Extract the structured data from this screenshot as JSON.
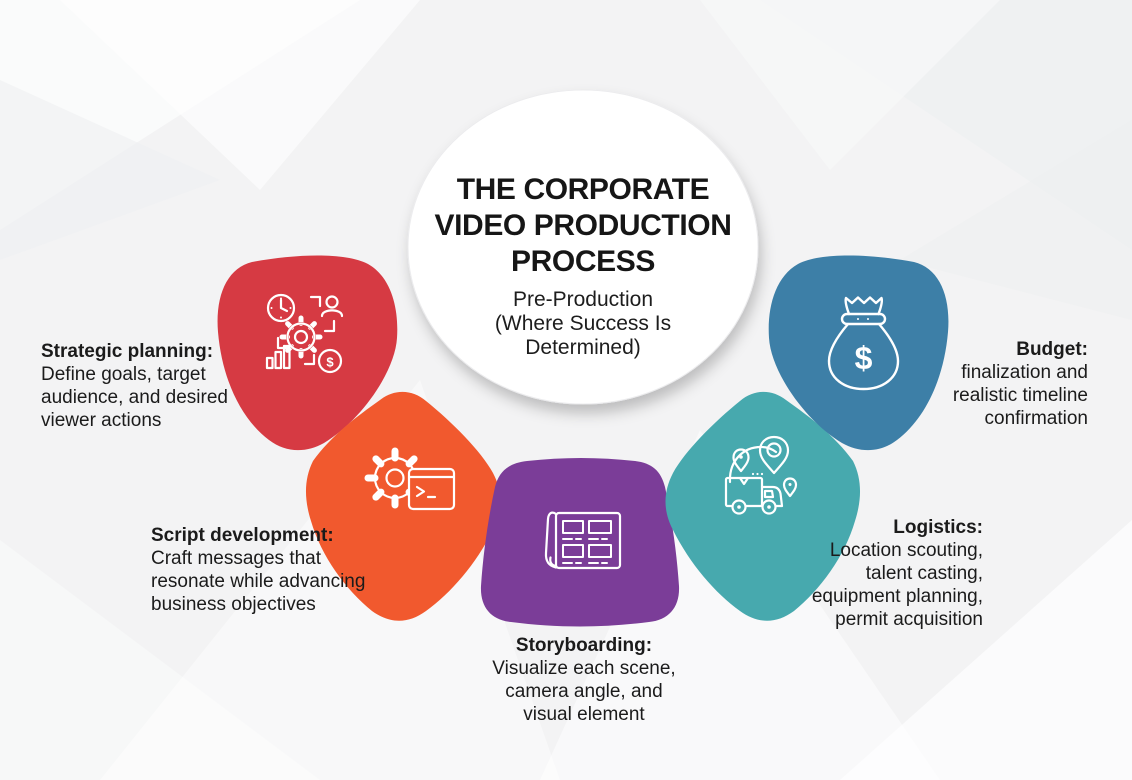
{
  "center": {
    "title": "THE CORPORATE\nVIDEO PRODUCTION\nPROCESS",
    "subtitle": "Pre-Production\n(Where Success Is\nDetermined)"
  },
  "currency_symbol": "$",
  "background_color": "#f3f3f4",
  "steps": [
    {
      "id": "strategic-planning",
      "label": "Strategic planning:",
      "description": "Define goals, target\naudience, and desired\nviewer actions",
      "color": "#d63a43",
      "icon": "strategy-planning-icon"
    },
    {
      "id": "script-development",
      "label": "Script development:",
      "description": "Craft messages that\nresonate while advancing\nbusiness objectives",
      "color": "#f1592e",
      "icon": "gear-terminal-icon"
    },
    {
      "id": "storyboarding",
      "label": "Storyboarding:",
      "description": "Visualize each scene,\ncamera angle, and\nvisual element",
      "color": "#7b3d98",
      "icon": "storyboard-icon"
    },
    {
      "id": "logistics",
      "label": "Logistics:",
      "description": "Location scouting,\ntalent casting,\nequipment planning,\npermit acquisition",
      "color": "#47a9ae",
      "icon": "delivery-truck-icon"
    },
    {
      "id": "budget",
      "label": "Budget:",
      "description": "finalization and\nrealistic timeline\nconfirmation",
      "color": "#3d7fa7",
      "icon": "money-bag-icon"
    }
  ]
}
